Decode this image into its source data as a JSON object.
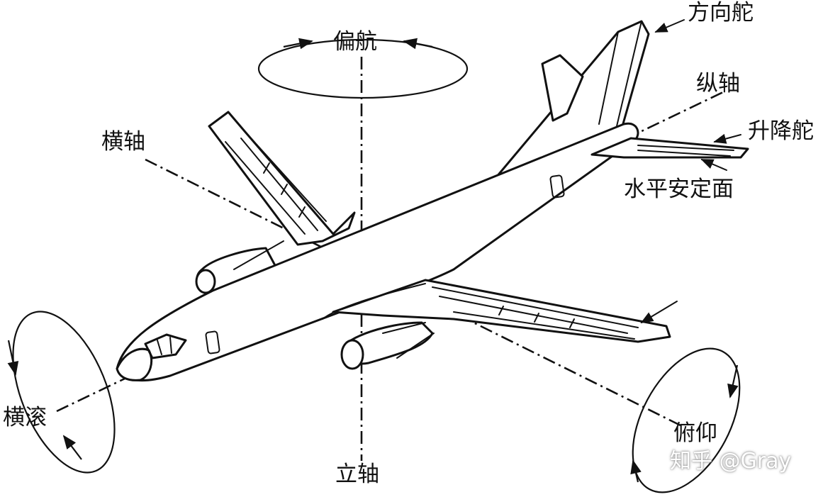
{
  "labels": {
    "yaw": "偏航",
    "rudder": "方向舵",
    "longitudinal_axis": "纵轴",
    "elevator": "升降舵",
    "horizontal_stabilizer": "水平安定面",
    "lateral_axis": "横轴",
    "roll": "横滚",
    "pitch": "俯仰",
    "vertical_axis": "立轴"
  },
  "watermark": "知乎 @Gray"
}
